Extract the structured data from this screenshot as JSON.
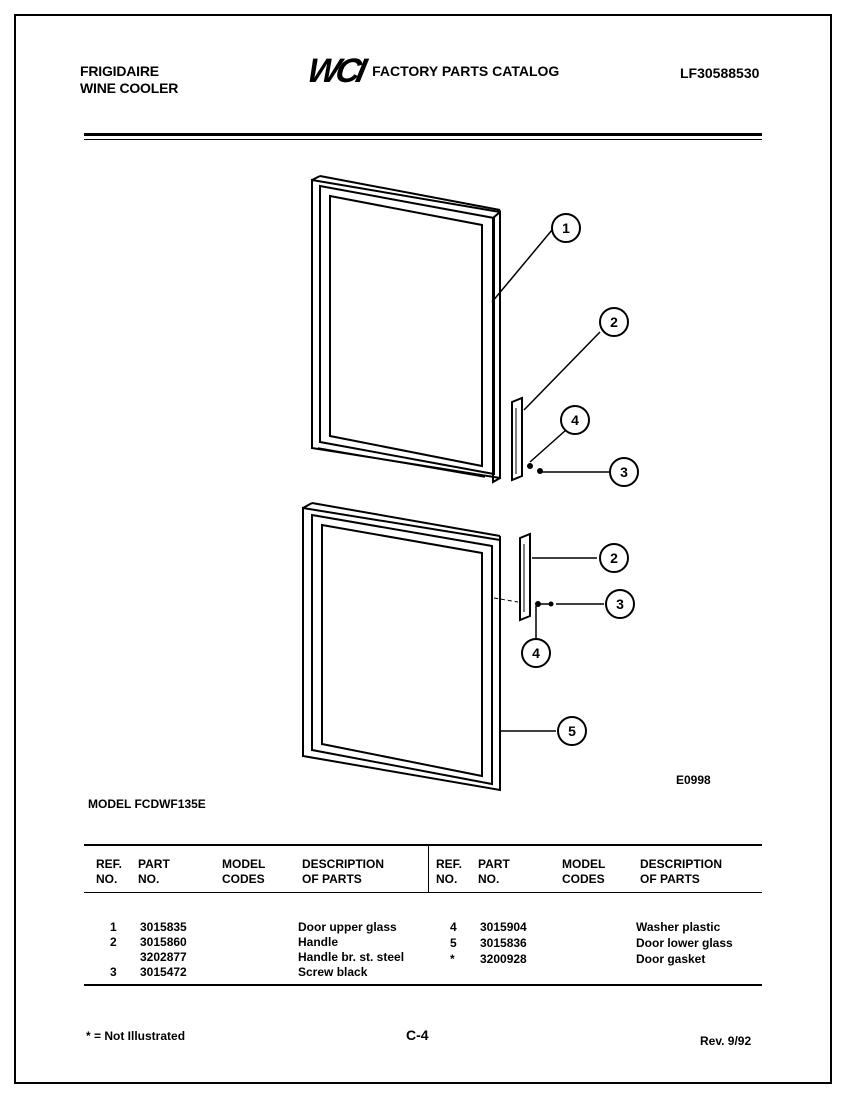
{
  "header": {
    "brand_line1": "FRIGIDAIRE",
    "brand_line2": "WINE COOLER",
    "logo": "WCI",
    "catalog_title": "FACTORY PARTS CATALOG",
    "catalog_number": "LF30588530"
  },
  "diagram": {
    "code": "E0998",
    "callouts": [
      "1",
      "2",
      "4",
      "3",
      "2",
      "3",
      "4",
      "5"
    ]
  },
  "model_label": "MODEL FCDWF135E",
  "table": {
    "headers": {
      "ref_no_line1": "REF.",
      "ref_no_line2": "NO.",
      "part_no_line1": "PART",
      "part_no_line2": "NO.",
      "model_codes_line1": "MODEL",
      "model_codes_line2": "CODES",
      "description_line1": "DESCRIPTION",
      "description_line2": "OF PARTS"
    },
    "left_rows": [
      {
        "ref": "1",
        "part": "3015835",
        "desc": "Door upper glass"
      },
      {
        "ref": "2",
        "part": "3015860",
        "desc": "Handle"
      },
      {
        "ref": "",
        "part": "3202877",
        "desc": "Handle br. st. steel"
      },
      {
        "ref": "3",
        "part": "3015472",
        "desc": "Screw black"
      }
    ],
    "right_rows": [
      {
        "ref": "4",
        "part": "3015904",
        "desc": "Washer plastic"
      },
      {
        "ref": "5",
        "part": "3015836",
        "desc": "Door lower glass"
      },
      {
        "ref": "*",
        "part": "3200928",
        "desc": "Door gasket"
      }
    ]
  },
  "footer": {
    "note": "* = Not Illustrated",
    "page": "C-4",
    "revision": "Rev. 9/92"
  }
}
